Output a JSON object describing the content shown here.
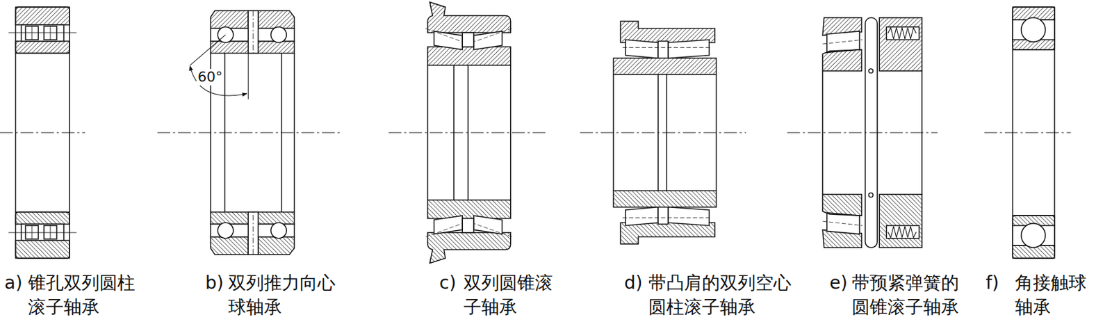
{
  "diagram": {
    "labels": [
      "60°",
      "a)",
      "锥孔双列圆柱 滚子轴承",
      "b)",
      "双列推力向心 球轴承",
      "c)",
      "双列圆锥滚 子轴承",
      "d)",
      "带凸肩的双列空心 圆柱滚子轴承",
      "e)",
      "带预紧弹簧的 圆锥滚子轴承",
      "f)",
      "角接触球 轴承"
    ]
  }
}
